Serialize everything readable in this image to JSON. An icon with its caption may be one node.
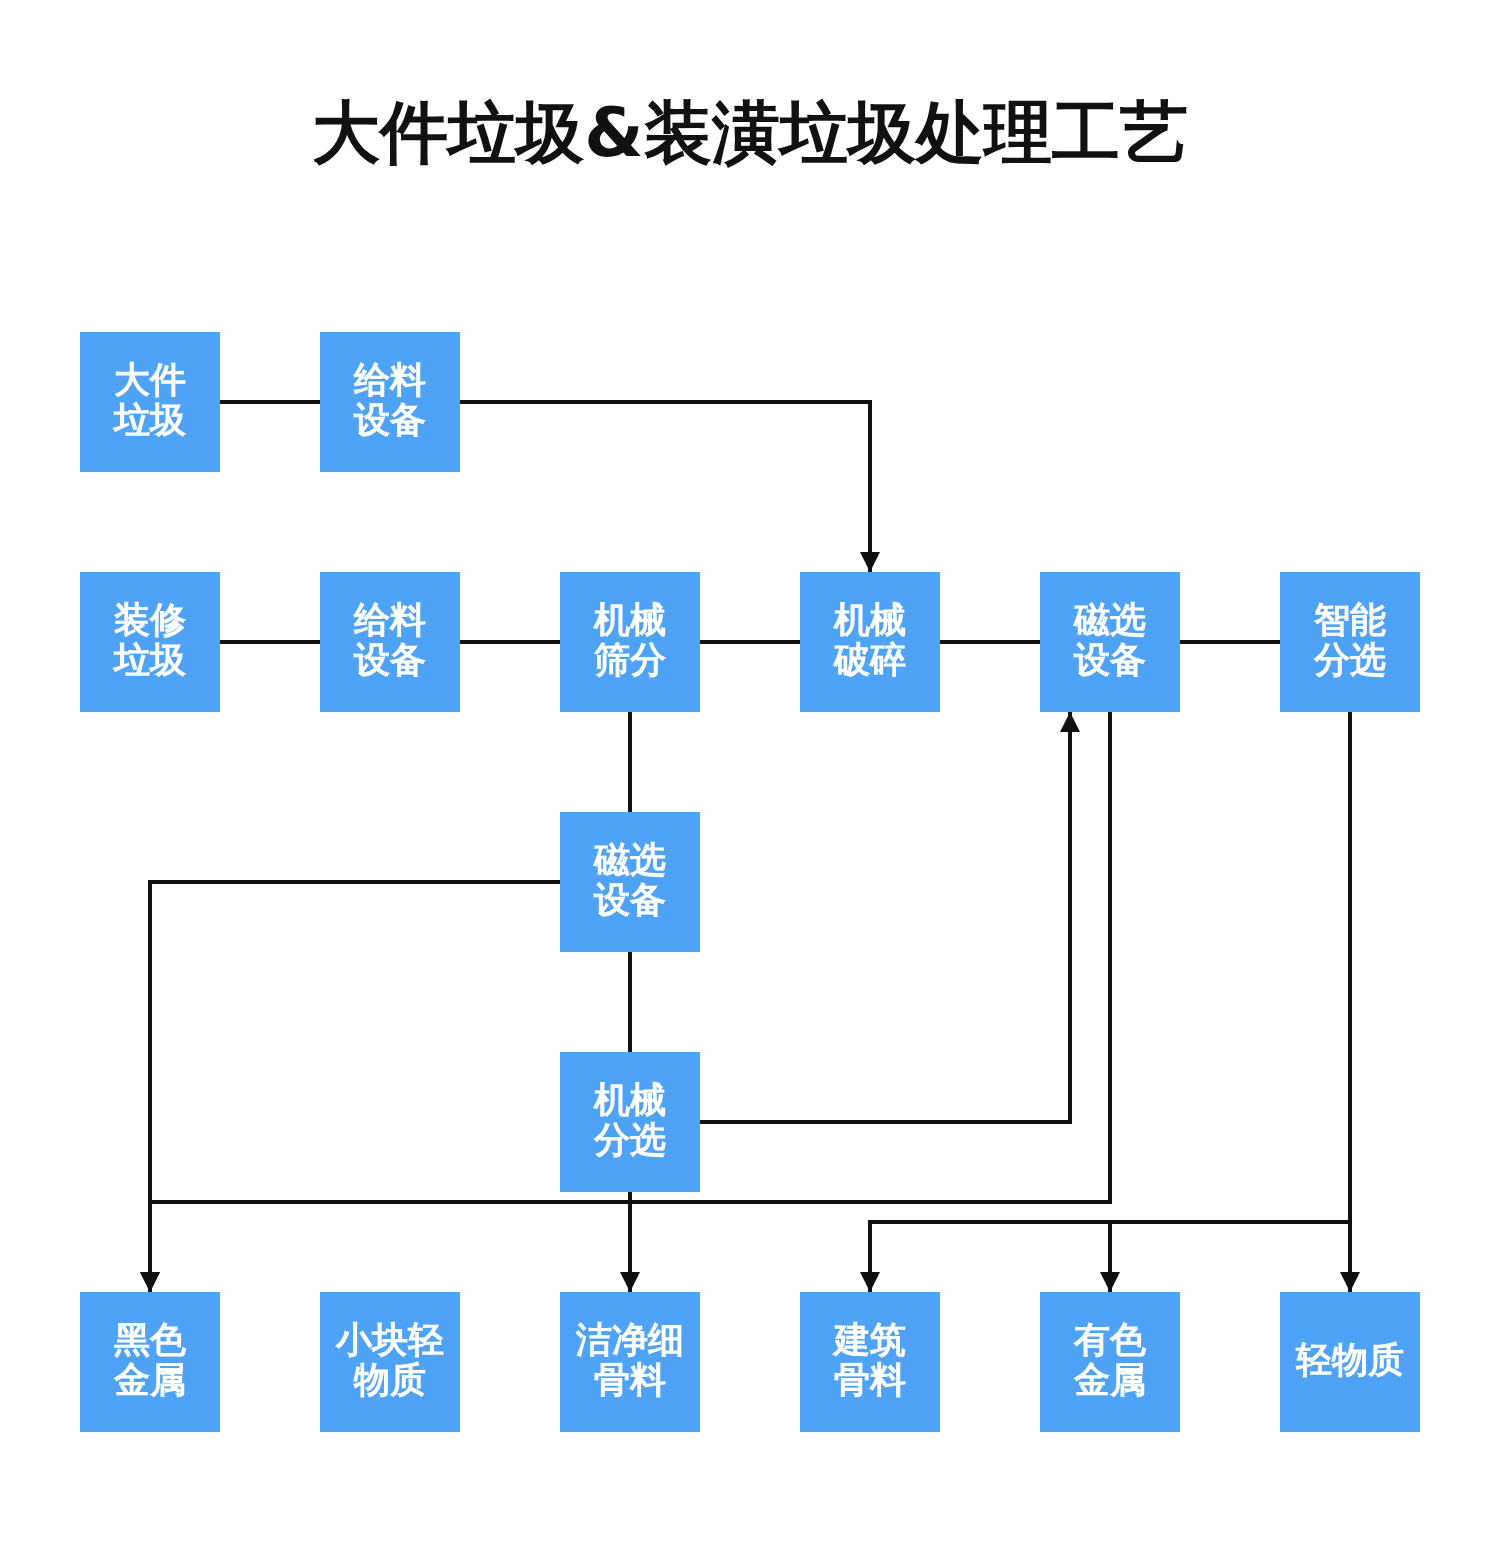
{
  "diagram": {
    "title": "大件垃圾&装潢垃圾处理工艺",
    "nodes": [
      {
        "text": [
          "大件垃圾"
        ]
      },
      {
        "text": [
          "给料设备"
        ]
      },
      {
        "text": [
          "装修垃圾"
        ]
      },
      {
        "text": [
          "给料设备"
        ]
      },
      {
        "text": [
          "机械筛分"
        ]
      },
      {
        "text": [
          "机械破碎"
        ]
      },
      {
        "text": [
          "磁选设备"
        ]
      },
      {
        "text": [
          "智能分选"
        ]
      },
      {
        "text": [
          "磁选设备"
        ]
      },
      {
        "text": [
          "机械分选"
        ]
      },
      {
        "text": [
          "黑色金属"
        ]
      },
      {
        "text": [
          "小块轻物质"
        ]
      },
      {
        "text": [
          "洁净细骨料"
        ]
      },
      {
        "text": [
          "建筑骨料"
        ]
      },
      {
        "text": [
          "有色金属"
        ]
      },
      {
        "text": [
          "轻物质"
        ]
      }
    ],
    "edges": [
      {
        "from": 0,
        "to": 1,
        "arrow": "none"
      },
      {
        "from": 1,
        "to": 5,
        "arrow": "to"
      },
      {
        "from": 2,
        "to": 3,
        "arrow": "none"
      },
      {
        "from": 3,
        "to": 4,
        "arrow": "none"
      },
      {
        "from": 4,
        "to": 5,
        "arrow": "none"
      },
      {
        "from": 5,
        "to": 6,
        "arrow": "none"
      },
      {
        "from": 6,
        "to": 7,
        "arrow": "none"
      },
      {
        "from": 4,
        "to": 8,
        "arrow": "none"
      },
      {
        "from": 8,
        "to": 9,
        "arrow": "none"
      },
      {
        "from": 9,
        "to": 6,
        "arrow": "to"
      },
      {
        "from": 8,
        "to": 10,
        "arrow": "to"
      },
      {
        "from": 6,
        "to": 10,
        "arrow": "to"
      },
      {
        "from": 9,
        "to": 12,
        "arrow": "to"
      },
      {
        "from": 7,
        "to": 13,
        "arrow": "to"
      },
      {
        "from": 7,
        "to": 14,
        "arrow": "to"
      },
      {
        "from": 7,
        "to": 15,
        "arrow": "to"
      }
    ]
  }
}
